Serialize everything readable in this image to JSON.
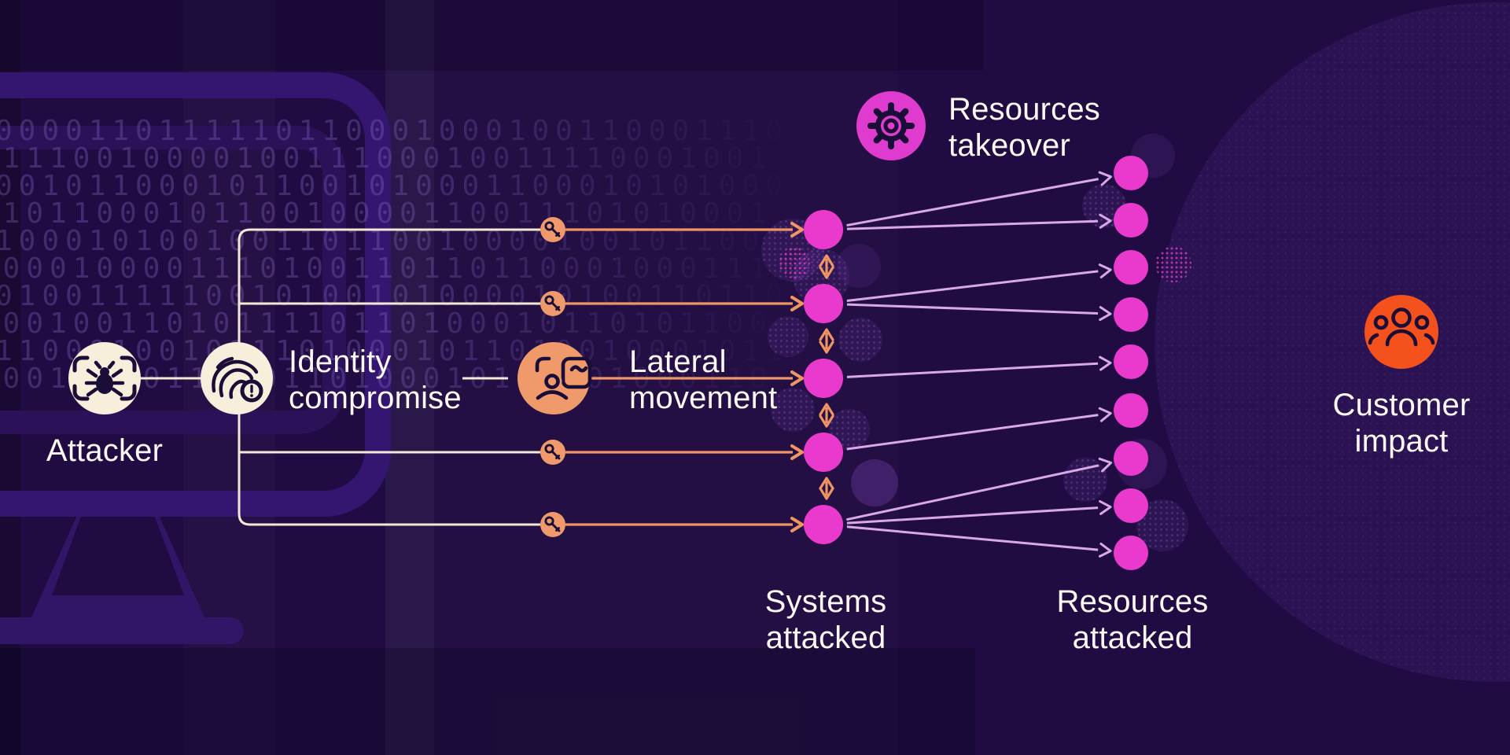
{
  "figure_type": "identity-attack-flow-diagram",
  "labels": {
    "attacker": "Attacker",
    "identity_compromise": "Identity\ncompromise",
    "lateral_movement": "Lateral\nmovement",
    "systems_attacked": "Systems\nattacked",
    "resources_attacked": "Resources\nattacked",
    "resources_takeover": "Resources\ntakeover",
    "customer_impact": "Customer\nimpact"
  },
  "icons": [
    "bug-scan-icon",
    "fingerprint-alert-icon",
    "key-icon",
    "id-badge-user-icon",
    "gear-icon",
    "people-group-icon"
  ],
  "network": {
    "attack_lines": 5,
    "key_line_indices": [
      0,
      1,
      3,
      4
    ],
    "systems_attacked_count": 5,
    "resources_attacked_count": 9,
    "system_to_resource_links": [
      {
        "from_system": 1,
        "to_resources": [
          1,
          2
        ]
      },
      {
        "from_system": 2,
        "to_resources": [
          3,
          4
        ]
      },
      {
        "from_system": 3,
        "to_resources": [
          5
        ]
      },
      {
        "from_system": 4,
        "to_resources": [
          6
        ]
      },
      {
        "from_system": 5,
        "to_resources": [
          7,
          8,
          9
        ]
      }
    ]
  },
  "colors": {
    "background": "#200C42",
    "node_magenta": "#EA3ACD",
    "takeover_magenta": "#DF3BCE",
    "impact_orange": "#F4511D",
    "circle_cream": "#F8EEDC",
    "circle_salmon": "#F09A6C",
    "line_cream": "#F3E8D4",
    "line_orange": "#EE9563",
    "connector_lavender": "#D9A8E6",
    "icon_navy": "#1A0D38",
    "text": "#FBF7F2"
  },
  "background": {
    "binary_rows": [
      "0000110111110110001000100110001110",
      "0111001000010011100010011110001001",
      "0010110001011001010001100010101000",
      "0101100010110010000110011101010001",
      "1000101001001101100100001001011001",
      "0000100001110100110110110001000111",
      "0100111110010100101000010100110110",
      "0001001101011110110100010110101100",
      "1100010010111010001011010010001011",
      "0001010011010110100010101101000110"
    ]
  }
}
